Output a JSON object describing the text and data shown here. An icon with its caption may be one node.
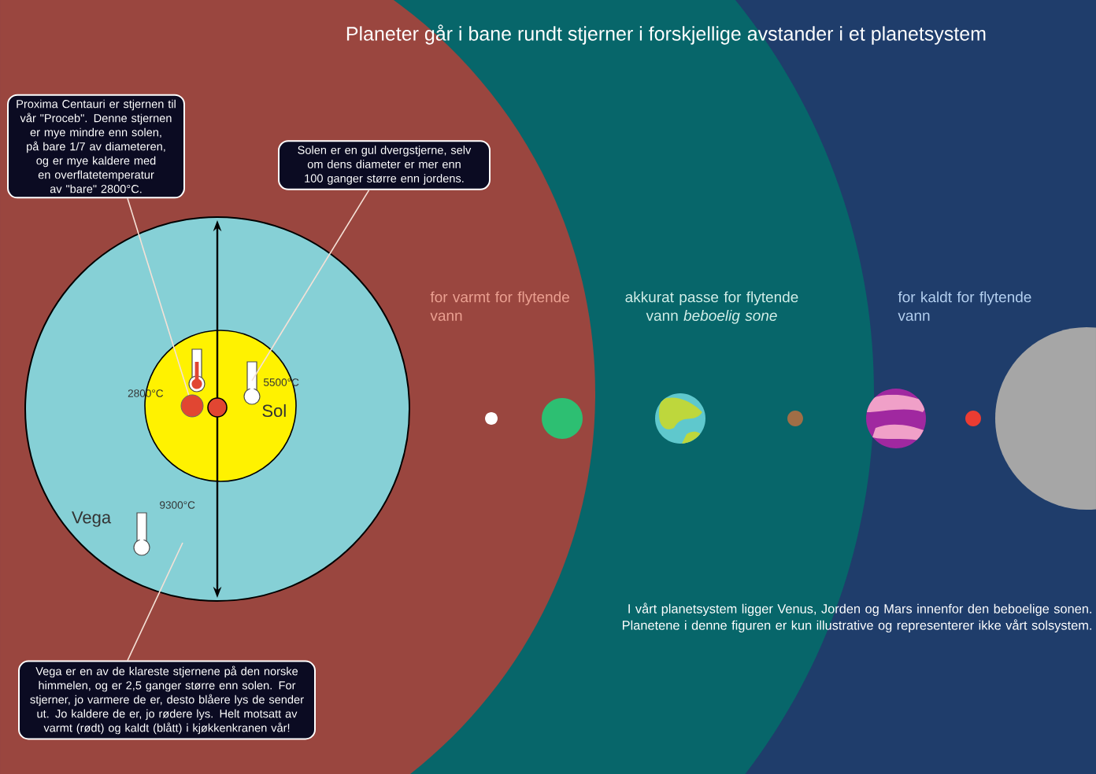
{
  "diagram": {
    "title": "Planeter går i bane rundt stjerner i forskjellige avstander i et planetsystem",
    "nodes": [
      {
        "text": [
          "Proxima Centauri er stjernen til vår \"Proceb\". Denne stjernen er mye mindre enn solen, på bare 1/7 av diameteren, og er mye kaldere med en overflatetemperatur av \"bare\" 2800°C."
        ]
      },
      {
        "text": [
          "Solen er en gul dvergstjerne, selv om dens diameter er mer enn 100 ganger større enn jordens."
        ]
      },
      {
        "text": [
          "Vega er en av de klareste stjernene på den norske himmelen, og er 2,5 ganger større enn solen. For stjerner, jo varmere de er, desto blåere lys de sender ut. Jo kaldere de er, jo rødere lys. Helt motsatt av varmt (rødt) og kaldt (blått) i kjøkkenkranen vår!"
        ]
      },
      {
        "text": [
          "9300°C",
          "Vega"
        ]
      },
      {
        "text": [
          "5500°C",
          "Sol"
        ],
        "in": 3
      },
      {
        "text": [],
        "shape": "circle",
        "in": 4,
        "beside": [
          "2800°C"
        ]
      }
    ],
    "edges": [
      {
        "from": 0,
        "to": 5,
        "arrow": "none"
      },
      {
        "from": 1,
        "to": 4,
        "arrow": "none"
      },
      {
        "from": 2,
        "to": 3,
        "arrow": "none"
      }
    ],
    "labels": [
      "for varmt for flytende vann",
      "akkurat passe for flytende vann *beboelig sone*",
      "for kaldt for flytende vann",
      "I vårt planetsystem ligger Venus, Jorden og Mars innenfor den beboelige sonen. Planetene i denne figuren er kun illustrative og representerer ikke vårt solsystem."
    ]
  }
}
